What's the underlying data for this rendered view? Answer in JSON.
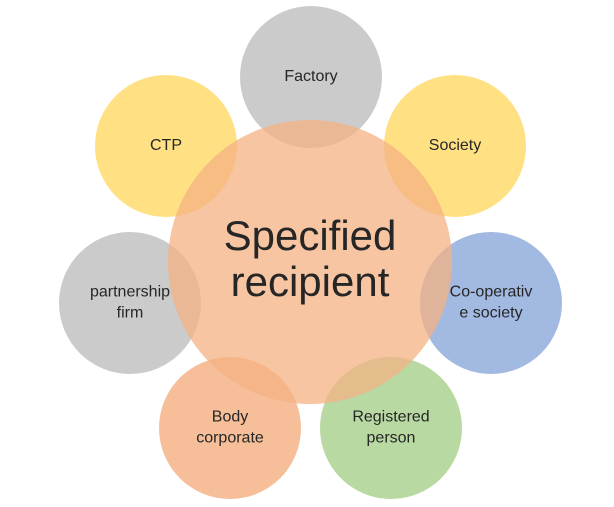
{
  "center": {
    "lines": [
      "Specified",
      "recipient"
    ],
    "color": "#F4B183"
  },
  "satellites": [
    {
      "id": "factory",
      "lines": [
        "Factory"
      ],
      "color": "#BFBFBF"
    },
    {
      "id": "society",
      "lines": [
        "Society"
      ],
      "color": "#FFD966"
    },
    {
      "id": "co-operative-society",
      "lines": [
        "Co-operativ",
        "e society"
      ],
      "color": "#8EA9DB"
    },
    {
      "id": "registered-person",
      "lines": [
        "Registered",
        "person"
      ],
      "color": "#A9D18E"
    },
    {
      "id": "body-corporate",
      "lines": [
        "Body",
        "corporate"
      ],
      "color": "#F4B183"
    },
    {
      "id": "partnership-firm",
      "lines": [
        "partnership",
        "firm"
      ],
      "color": "#BFBFBF"
    },
    {
      "id": "ctp",
      "lines": [
        "CTP"
      ],
      "color": "#FFD966"
    }
  ]
}
